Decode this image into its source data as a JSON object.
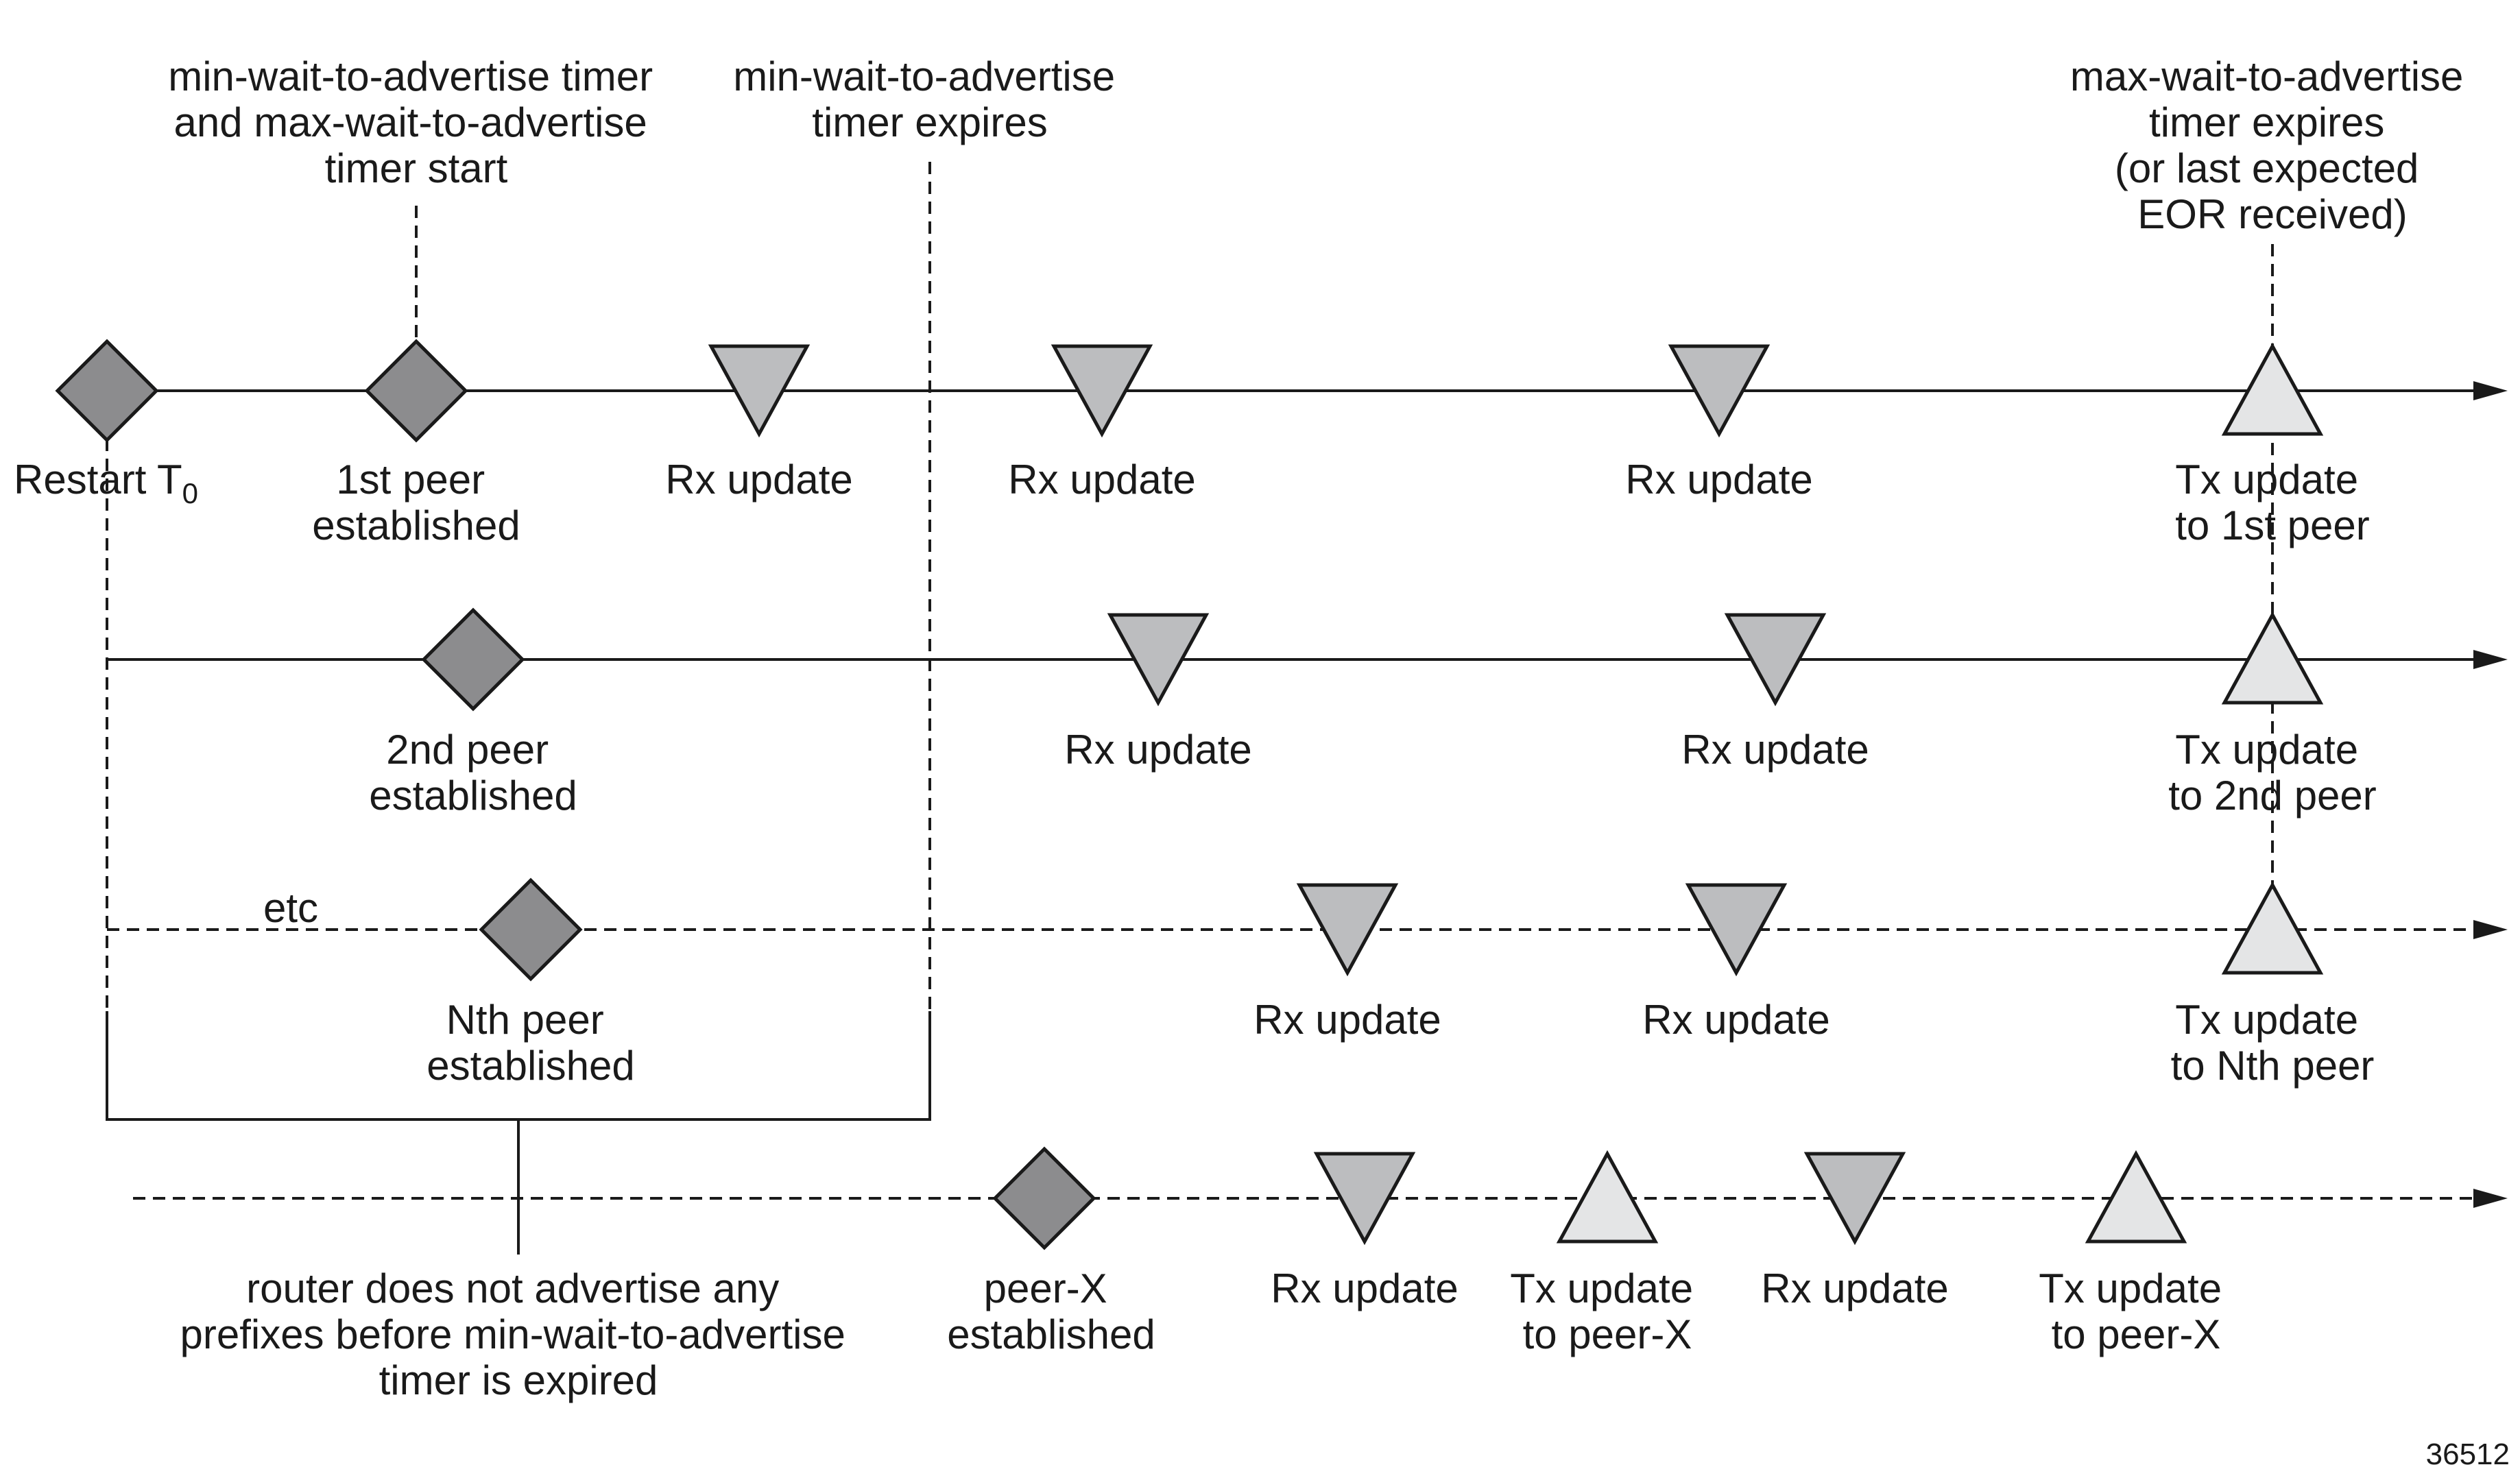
{
  "labels": {
    "min_max_timer_start": [
      "min-wait-to-advertise timer",
      "and max-wait-to-advertise",
      "timer start"
    ],
    "min_timer_expires": [
      "min-wait-to-advertise",
      "timer expires"
    ],
    "max_timer_expires": [
      "max-wait-to-advertise",
      "timer expires",
      "(or last expected",
      "EOR received)"
    ],
    "restart": "Restart T",
    "restart_sub": "0",
    "etc": "etc",
    "router_note": [
      "router does not advertise any",
      "prefixes before min-wait-to-advertise",
      "timer is expired"
    ],
    "figure_id": "36512"
  },
  "rows": [
    {
      "id": "row-1st-peer",
      "events": [
        {
          "type": "diamond",
          "label": [
            "Restart T0"
          ]
        },
        {
          "type": "diamond",
          "label": [
            "1st peer",
            "established"
          ]
        },
        {
          "type": "rx",
          "label": [
            "Rx update"
          ]
        },
        {
          "type": "rx",
          "label": [
            "Rx update"
          ]
        },
        {
          "type": "rx",
          "label": [
            "Rx update"
          ]
        },
        {
          "type": "tx",
          "label": [
            "Tx update",
            "to 1st peer"
          ]
        }
      ]
    },
    {
      "id": "row-2nd-peer",
      "events": [
        {
          "type": "diamond",
          "label": [
            "2nd peer",
            "established"
          ]
        },
        {
          "type": "rx",
          "label": [
            "Rx update"
          ]
        },
        {
          "type": "rx",
          "label": [
            "Rx update"
          ]
        },
        {
          "type": "tx",
          "label": [
            "Tx update",
            "to 2nd peer"
          ]
        }
      ]
    },
    {
      "id": "row-nth-peer",
      "events": [
        {
          "type": "diamond",
          "label": [
            "Nth peer",
            "established"
          ]
        },
        {
          "type": "rx",
          "label": [
            "Rx update"
          ]
        },
        {
          "type": "rx",
          "label": [
            "Rx update"
          ]
        },
        {
          "type": "tx",
          "label": [
            "Tx update",
            "to Nth peer"
          ]
        }
      ]
    },
    {
      "id": "row-peer-x",
      "events": [
        {
          "type": "diamond",
          "label": [
            "peer-X",
            "established"
          ]
        },
        {
          "type": "rx",
          "label": [
            "Rx update"
          ]
        },
        {
          "type": "tx",
          "label": [
            "Tx update",
            "to peer-X"
          ]
        },
        {
          "type": "rx",
          "label": [
            "Rx update"
          ]
        },
        {
          "type": "tx",
          "label": [
            "Tx update",
            "to peer-X"
          ]
        }
      ]
    }
  ],
  "colors": {
    "line": "#1a1a1a",
    "diamond_fill": "#8c8c8e",
    "rx_fill": "#bcbdbf",
    "tx_fill": "#e4e5e6",
    "background": "#ffffff"
  }
}
